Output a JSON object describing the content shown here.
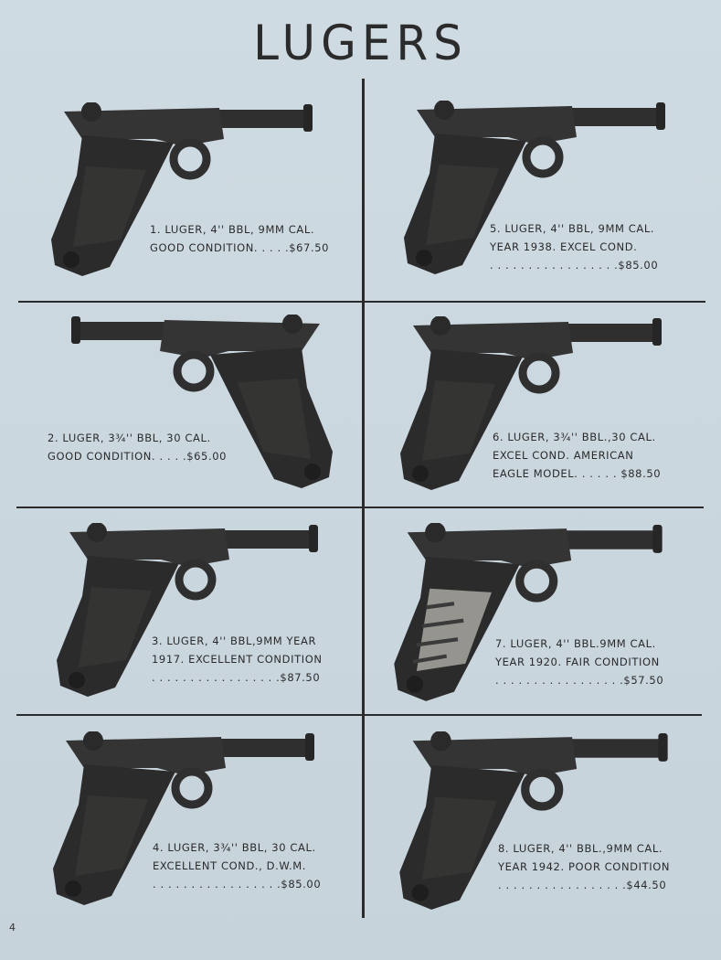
{
  "title": "LUGERS",
  "page_number": "4",
  "items": [
    {
      "lines": [
        "1. LUGER, 4'' BBL, 9MM CAL.",
        "GOOD CONDITION. . . . .$67.50"
      ]
    },
    {
      "lines": [
        "2. LUGER, 3¾'' BBL, 30 CAL.",
        "GOOD CONDITION. . . . .$65.00"
      ]
    },
    {
      "lines": [
        "3. LUGER, 4'' BBL,9MM YEAR",
        "1917. EXCELLENT CONDITION",
        ". . . . . . . . . . . . . . . . .$87.50"
      ]
    },
    {
      "lines": [
        "4. LUGER, 3¾'' BBL, 30 CAL.",
        "EXCELLENT COND., D.W.M.",
        ". . . . . . . . . . . . . . . . .$85.00"
      ]
    },
    {
      "lines": [
        "5. LUGER, 4'' BBL, 9MM CAL.",
        "YEAR 1938. EXCEL COND.",
        ". . . . . . . . . . . . . . . . .$85.00"
      ]
    },
    {
      "lines": [
        "6. LUGER, 3¾'' BBL.,30 CAL.",
        "EXCEL COND. AMERICAN",
        "EAGLE MODEL. . . . . . $88.50"
      ]
    },
    {
      "lines": [
        "7. LUGER, 4'' BBL.9MM CAL.",
        "YEAR 1920. FAIR CONDITION",
        ". . . . . . . . . . . . . . . . .$57.50"
      ]
    },
    {
      "lines": [
        "8. LUGER, 4'' BBL.,9MM CAL.",
        "YEAR 1942. POOR CONDITION",
        ". . . . . . . . . . . . . . . . .$44.50"
      ]
    }
  ]
}
